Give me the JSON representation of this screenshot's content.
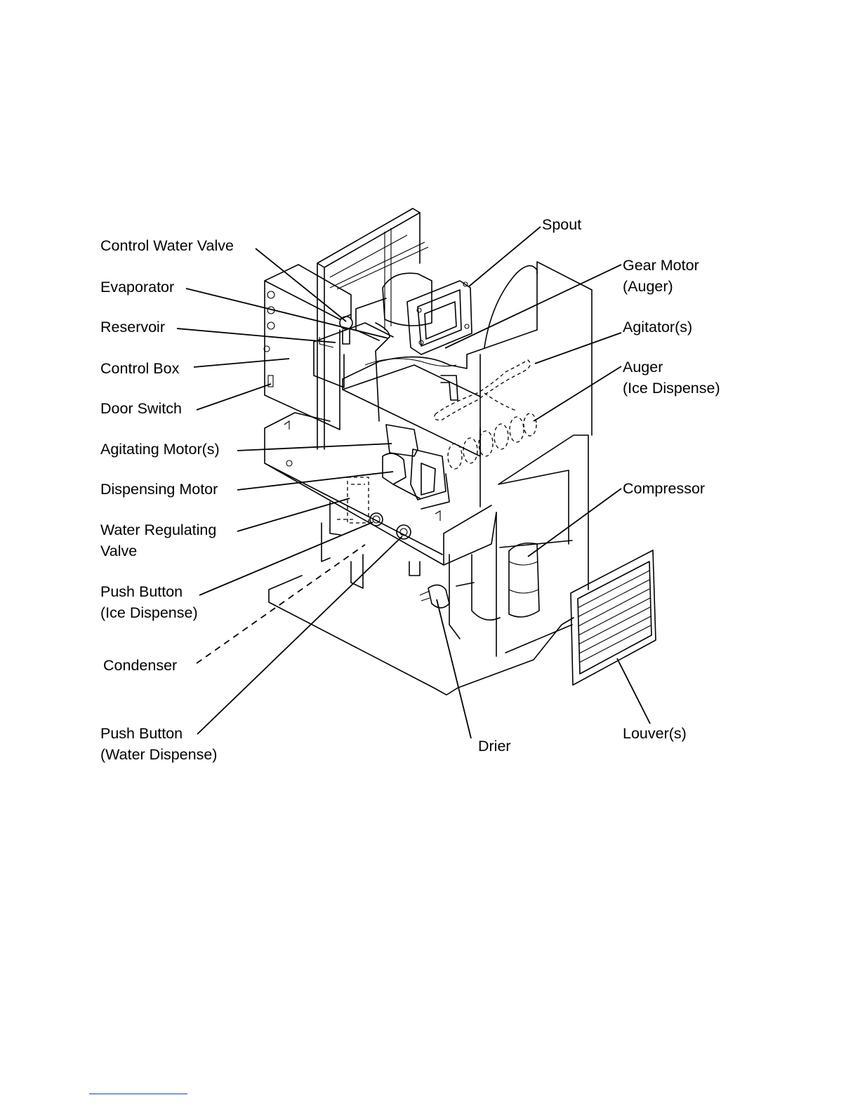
{
  "labels": {
    "spout": "Spout",
    "control_water_valve": "Control Water Valve",
    "gear_motor": [
      "Gear Motor",
      "(Auger)"
    ],
    "evaporator": "Evaporator",
    "reservoir": "Reservoir",
    "agitators": "Agitator(s)",
    "control_box": "Control Box",
    "auger": [
      "Auger",
      "(Ice Dispense)"
    ],
    "door_switch": "Door Switch",
    "agitating_motors": "Agitating Motor(s)",
    "dispensing_motor": "Dispensing Motor",
    "compressor": "Compressor",
    "water_regulating_valve": [
      "Water Regulating",
      "Valve"
    ],
    "push_button_ice": [
      "Push Button",
      "(Ice Dispense)"
    ],
    "condenser": "Condenser",
    "push_button_water": [
      "Push Button",
      "(Water Dispense)"
    ],
    "drier": "Drier",
    "louvers": "Louver(s)"
  }
}
